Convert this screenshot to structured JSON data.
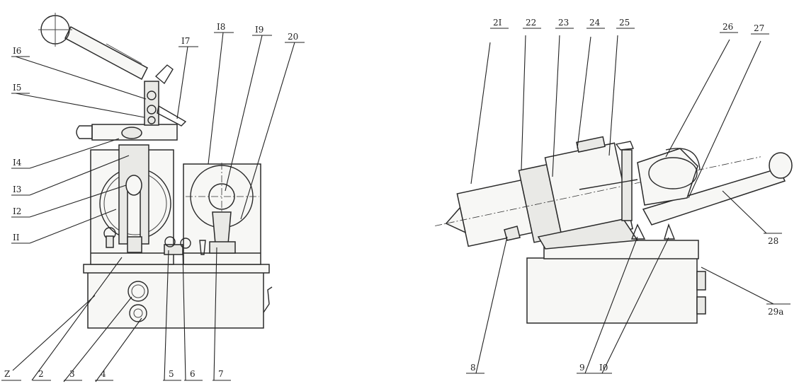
{
  "left_view": {
    "callouts_bottom": [
      "Z",
      "2",
      "3",
      "4",
      "5",
      "6",
      "7"
    ],
    "callouts_left": [
      "I6",
      "I5",
      "I4",
      "I3",
      "I2",
      "II"
    ],
    "callouts_top": [
      "I7",
      "I8",
      "I9",
      "20"
    ]
  },
  "right_view": {
    "callouts_top": [
      "2I",
      "22",
      "23",
      "24",
      "25",
      "26",
      "27"
    ],
    "callouts_right": [
      "28",
      "29a"
    ],
    "callouts_bottom": [
      "8",
      "9",
      "I0"
    ]
  }
}
